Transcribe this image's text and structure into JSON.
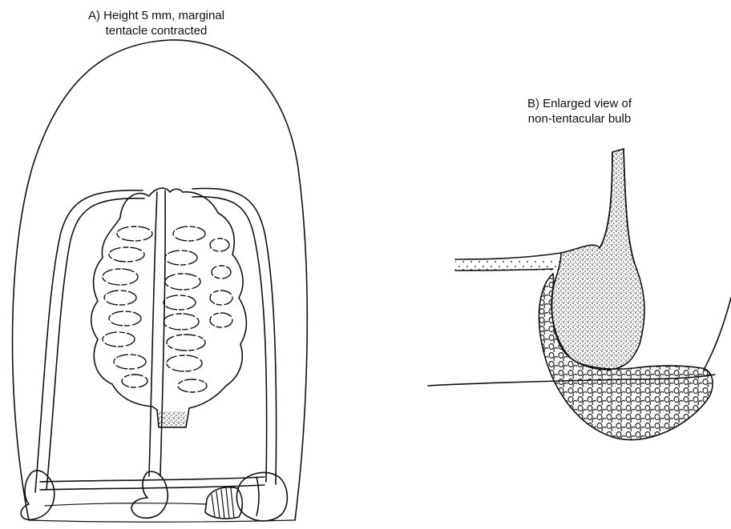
{
  "panel_a": {
    "caption_line1": "A) Height 5 mm, marginal",
    "caption_line2": "tentacle contracted"
  },
  "panel_b": {
    "caption_line1": "B) Enlarged view of",
    "caption_line2": "non-tentacular bulb"
  },
  "colors": {
    "ink": "#111111",
    "background": "#ffffff"
  }
}
